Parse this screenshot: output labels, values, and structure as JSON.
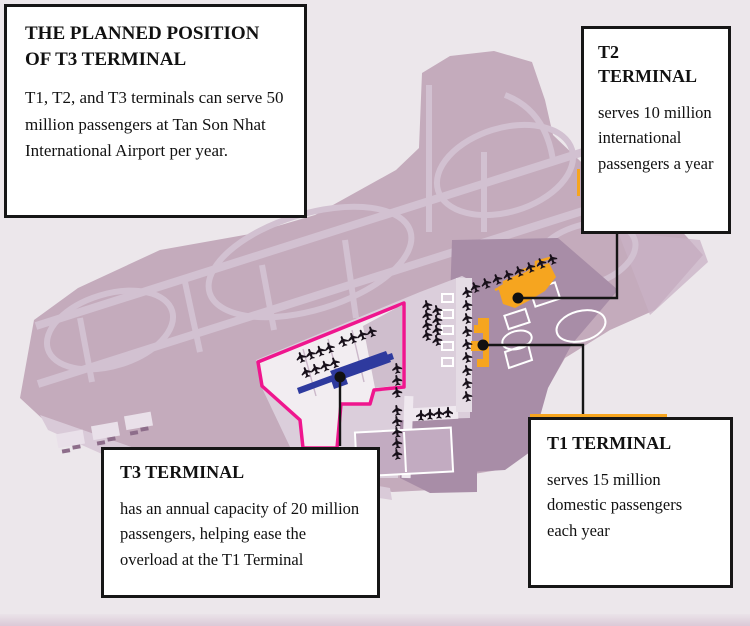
{
  "page": {
    "background_color": "#ece7eb",
    "bottom_strip_color": "#dbc9d7"
  },
  "boxes": {
    "main_note": {
      "title": "THE PLANNED POSITION OF T3 TERMINAL",
      "body": "T1, T2, and T3 terminals can serve 50 million passengers at Tan Son Nhat International Airport per year."
    },
    "t2": {
      "title": "T2 TERMINAL",
      "body": "serves 10 million international passengers a year"
    },
    "t1": {
      "title": "T1 TERMINAL",
      "body": "serves 15 million domestic passengers each year"
    },
    "t3": {
      "title": "T3 TERMINAL",
      "body": "has an annual capacity of 20 million passengers, helping ease the overload at the T1 Terminal"
    }
  },
  "map": {
    "colors": {
      "airport_body": "#c4abbc",
      "runway": "#d2c1d1",
      "apron_light": "#dbcedb",
      "terminal_zone_dark": "#a88da7",
      "t3_outline_pink": "#ef168e",
      "t3_terminal_blue": "#2e3a9e",
      "t1_t2_terminal_orange": "#f6a51f",
      "plane_icon": "#18101a",
      "connector": "#151515"
    }
  }
}
